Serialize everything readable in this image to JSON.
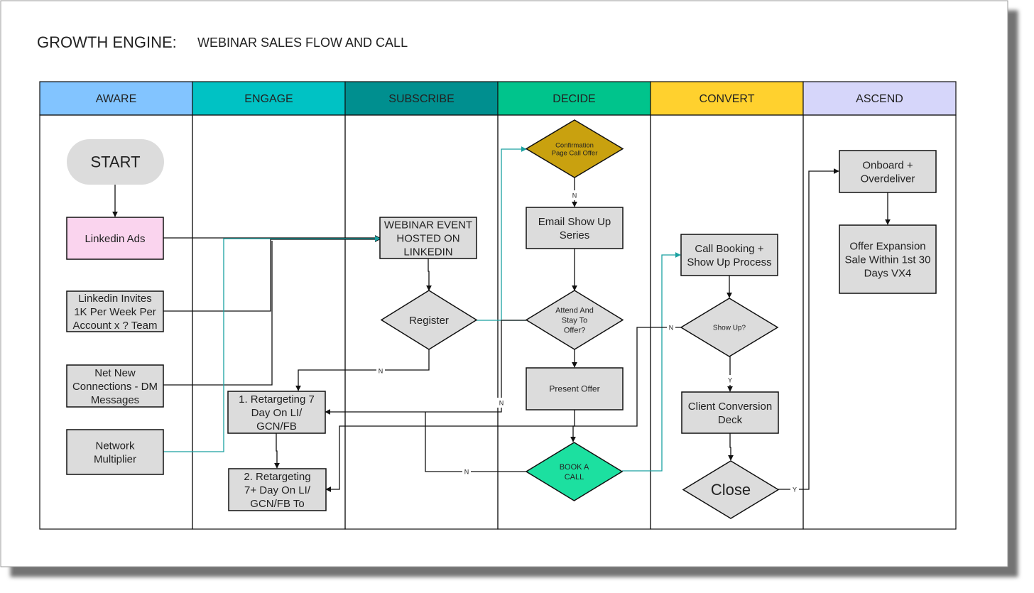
{
  "header": {
    "title": "GROWTH ENGINE:",
    "subtitle": "WEBINAR SALES FLOW AND CALL"
  },
  "lanes": [
    {
      "label": "AWARE",
      "color": "#82c4ff"
    },
    {
      "label": "ENGAGE",
      "color": "#00c2c4"
    },
    {
      "label": "SUBSCRIBE",
      "color": "#008f8f"
    },
    {
      "label": "DECIDE",
      "color": "#00c48c"
    },
    {
      "label": "CONVERT",
      "color": "#ffd12e"
    },
    {
      "label": "ASCEND",
      "color": "#d6d6fa"
    }
  ],
  "nodes": {
    "start": [
      "START"
    ],
    "linkedin_ads": [
      "Linkedin Ads"
    ],
    "linkedin_invites": [
      "Linkedin Invites",
      "1K Per Week Per",
      "Account x ? Team"
    ],
    "net_new": [
      "Net New",
      "Connections - DM",
      "Messages"
    ],
    "network_multiplier": [
      "Network",
      "Multiplier"
    ],
    "retargeting_7": [
      "1.  Retargeting 7",
      "Day On LI/",
      "GCN/FB"
    ],
    "retargeting_7plus": [
      "2.  Retargeting",
      "7+ Day On LI/",
      "GCN/FB To"
    ],
    "webinar_event": [
      "WEBINAR EVENT",
      "HOSTED ON",
      "LINKEDIN"
    ],
    "register": [
      "Register"
    ],
    "confirmation": [
      "Confirmation",
      "Page Call Offer"
    ],
    "email_show_up": [
      "Email Show Up",
      "Series"
    ],
    "attend_stay": [
      "Attend And",
      "Stay To",
      "Offer?"
    ],
    "present_offer": [
      "Present Offer"
    ],
    "book_call": [
      "BOOK A",
      "CALL"
    ],
    "call_booking": [
      "Call Booking +",
      "Show Up Process"
    ],
    "show_up": [
      "Show Up?"
    ],
    "client_conversion": [
      "Client Conversion",
      "Deck"
    ],
    "close": [
      "Close"
    ],
    "onboard": [
      "Onboard +",
      "Overdeliver"
    ],
    "offer_expansion": [
      "Offer Expansion",
      "Sale Within 1st 30",
      "Days VX4"
    ]
  },
  "edge_labels": {
    "confirm_no": "N",
    "register_no": "N",
    "attend_no": "N",
    "book_no": "N",
    "showup_no": "N",
    "showup_yes": "Y",
    "close_yes": "Y"
  },
  "colors": {
    "node_gray": "#dcdcdc",
    "pink": "#fad4ee",
    "gold": "#c9a10f",
    "green": "#1ce0a0",
    "teal_line": "#1aa1a1",
    "line": "#111111"
  }
}
